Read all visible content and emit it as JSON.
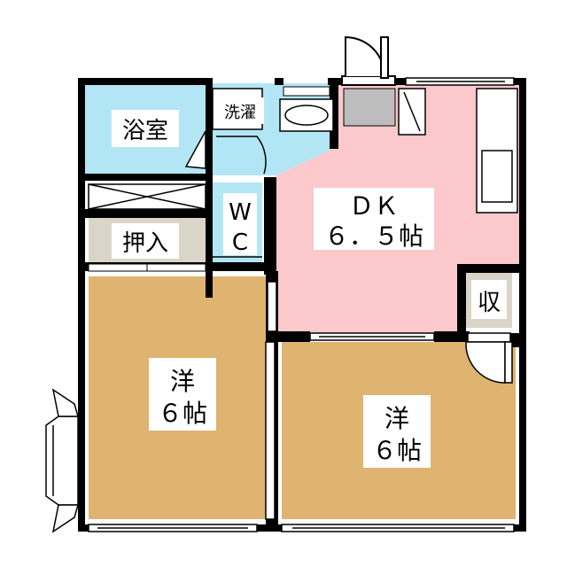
{
  "rooms": {
    "bath": {
      "label": "浴室",
      "color": "#b3e6f5"
    },
    "laundry": {
      "label": "洗濯"
    },
    "storage": {
      "label": "押入",
      "color": "#d9d5c9"
    },
    "wc": {
      "line1": "W",
      "line2": "C",
      "color": "#b3e6f5"
    },
    "dk": {
      "line1": "ＤＫ",
      "line2": "６．５帖",
      "color": "#fbc9cc"
    },
    "closet": {
      "label": "収",
      "color": "#d9d5c9"
    },
    "western_left": {
      "line1": "洋",
      "line2": "６帖",
      "color": "#dfb370"
    },
    "western_right": {
      "line1": "洋",
      "line2": "６帖",
      "color": "#dfb370"
    }
  },
  "colors": {
    "wall": "#000000",
    "fixture": "#bdbdbd",
    "sink_bg": "#dcdcdc"
  }
}
